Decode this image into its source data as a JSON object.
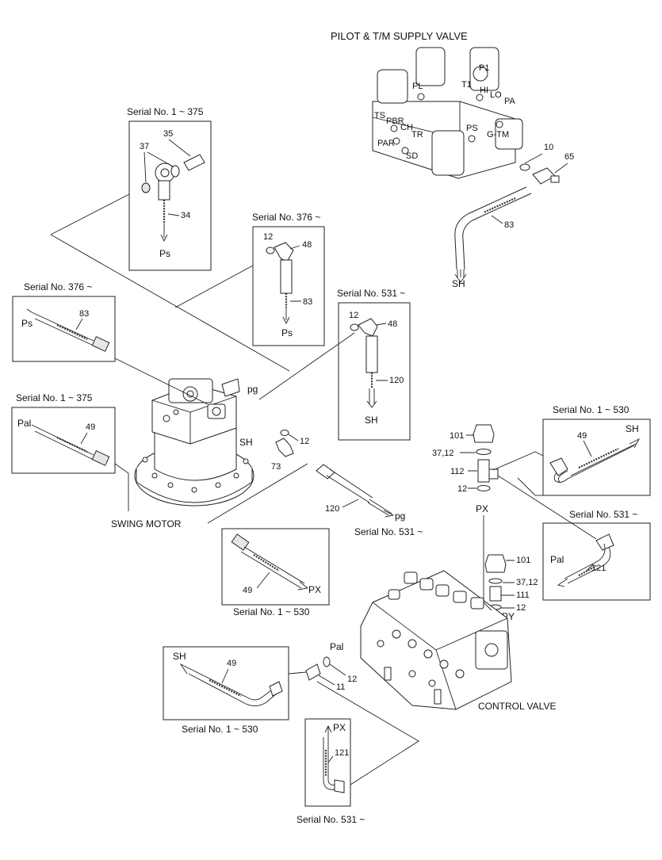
{
  "assemblies": {
    "pilot_valve": "PILOT & T/M SUPPLY VALVE",
    "swing_motor": "SWING MOTOR",
    "control_valve": "CONTROL VALVE"
  },
  "valve_ports": [
    "P1",
    "PL",
    "T1",
    "HI",
    "LO",
    "PA",
    "TS",
    "PBR",
    "CH",
    "TR",
    "PS",
    "G-TM",
    "PAR",
    "SD"
  ],
  "serials": {
    "s1_375": "Serial No. 1 ~ 375",
    "s376": "Serial No. 376 ~",
    "s531": "Serial No. 531 ~",
    "s1_530": "Serial No. 1 ~ 530"
  },
  "ports": {
    "ps": "Ps",
    "sh": "SH",
    "pal": "Pal",
    "px": "PX",
    "py": "PY",
    "pg": "pg"
  },
  "parts": {
    "p10": "10",
    "p11": "11",
    "p12": "12",
    "p34": "34",
    "p35": "35",
    "p37": "37",
    "p48": "48",
    "p49": "49",
    "p65": "65",
    "p73": "73",
    "p83": "83",
    "p101": "101",
    "p111": "111",
    "p112": "112",
    "p120": "120",
    "p121": "121",
    "p3712": "37,12"
  }
}
